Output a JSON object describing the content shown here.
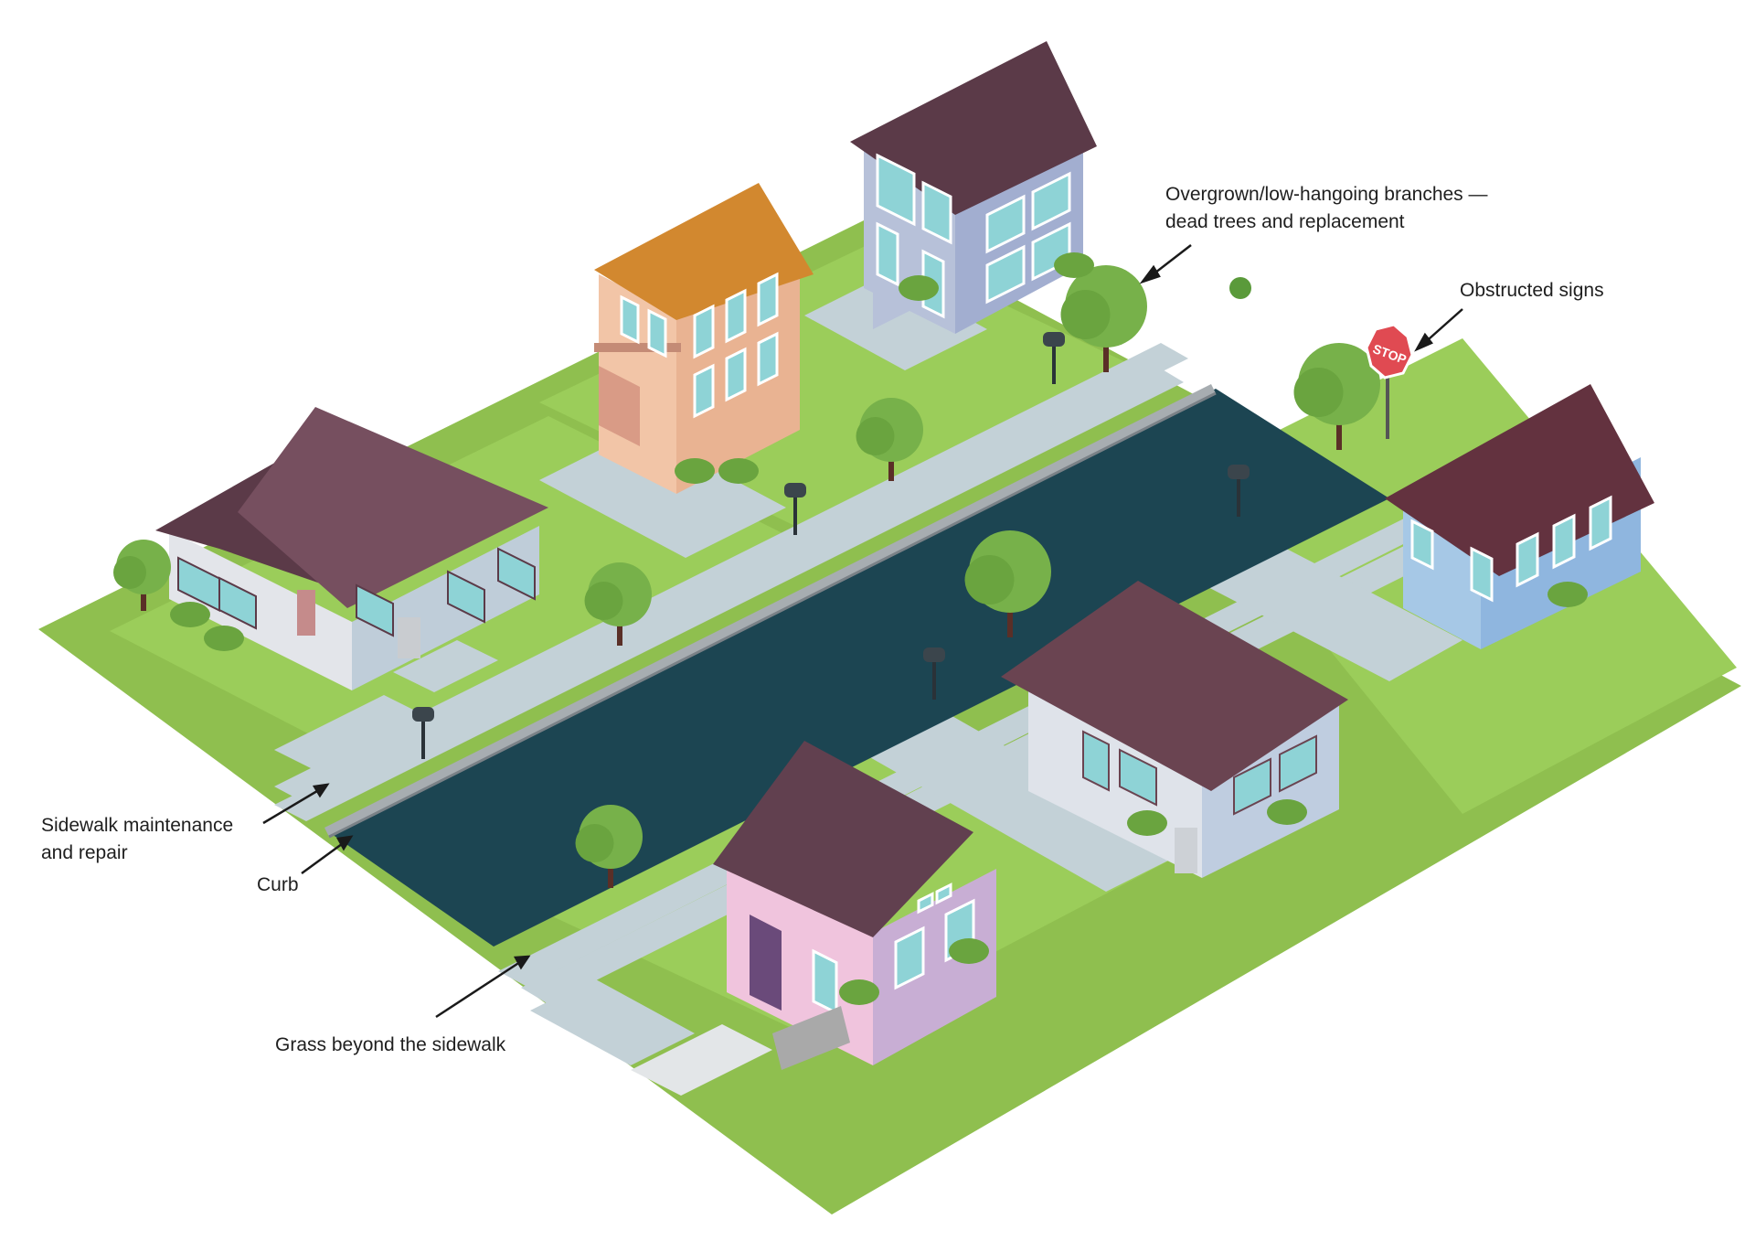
{
  "labels": {
    "branches": "Overgrown/low-hangoing branches —\ndead trees and replacement",
    "signs": "Obstructed signs",
    "sidewalk": "Sidewalk maintenance\nand repair",
    "curb": "Curb",
    "grass": "Grass beyond the sidewalk",
    "stop_sign": "STOP"
  },
  "colors": {
    "grass": "#8fbf4f",
    "grass_light": "#9bcd5a",
    "sidewalk": "#c3d1d7",
    "road": "#1c4552",
    "curb": "#a7adb1",
    "roof": "#5b3a48",
    "roof_orange": "#d2882f",
    "tree": "#77b14a",
    "trunk": "#5a2f27",
    "window": "#8ed3d6",
    "stop": "#e04a52",
    "arrow": "#1a1a1a"
  },
  "houses": [
    {
      "name": "house-lavender-back",
      "wall": "#b7c1d9",
      "side": "#a2aed0",
      "roof": "#5b3a48"
    },
    {
      "name": "house-peach-townhouse",
      "wall": "#f2c5a7",
      "side": "#e9b392",
      "roof": "#d2882f"
    },
    {
      "name": "house-white-bungalow",
      "wall": "#e3e5ea",
      "side": "#bfcdd9",
      "roof": "#5b3a48"
    },
    {
      "name": "house-blue-right",
      "wall": "#a6c8e6",
      "side": "#8fb6df",
      "roof": "#63323f"
    },
    {
      "name": "house-grey-front",
      "wall": "#dfe3ea",
      "side": "#bfcde0",
      "roof": "#6a4451"
    },
    {
      "name": "house-pink-front",
      "wall": "#f0c4dd",
      "side": "#c8aed4",
      "roof": "#61404f"
    }
  ]
}
